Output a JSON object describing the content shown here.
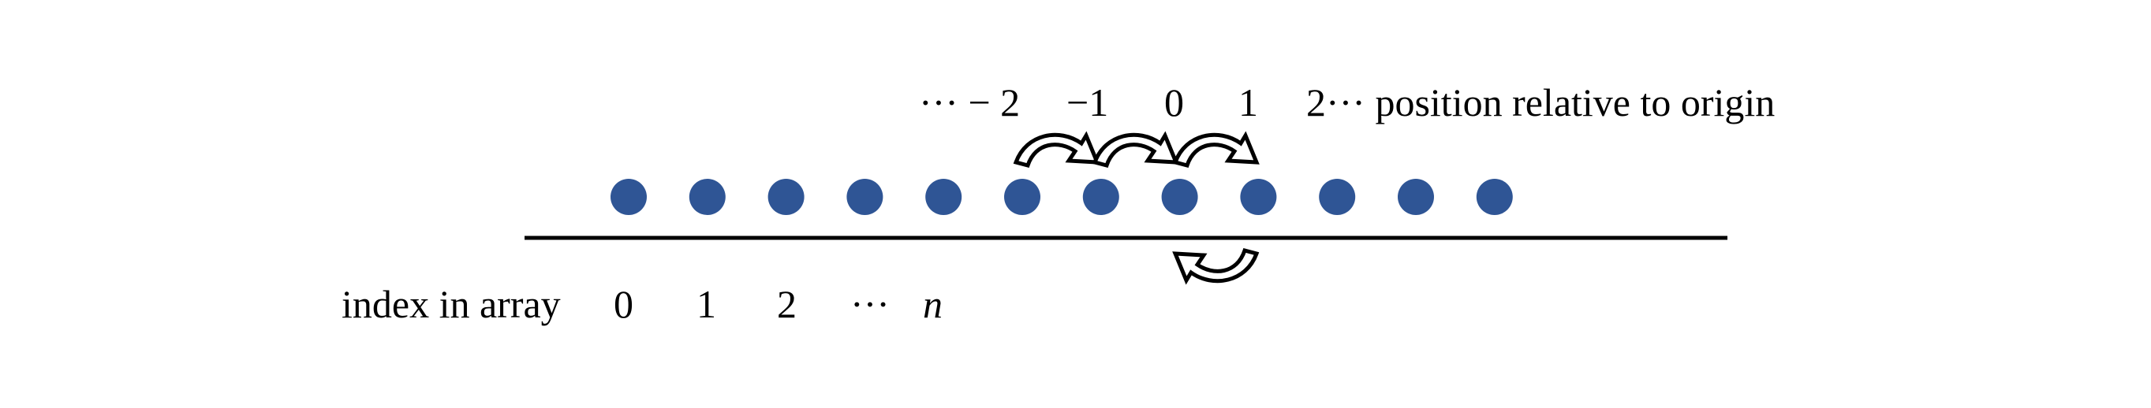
{
  "colors": {
    "dot": "#2F5595",
    "line": "#000000",
    "text": "#000000"
  },
  "dots": {
    "count": 12
  },
  "top_labels": {
    "m2": "··· − 2",
    "m1": "−1",
    "p0": "0",
    "p1": "1",
    "p2": "2··· position relative to origin"
  },
  "bottom_labels": {
    "caption": "index in array",
    "i0": "0",
    "i1": "1",
    "i2": "2",
    "dots": "···",
    "n": "n"
  },
  "arrows": {
    "forward_count": 3,
    "backward_count": 1
  }
}
